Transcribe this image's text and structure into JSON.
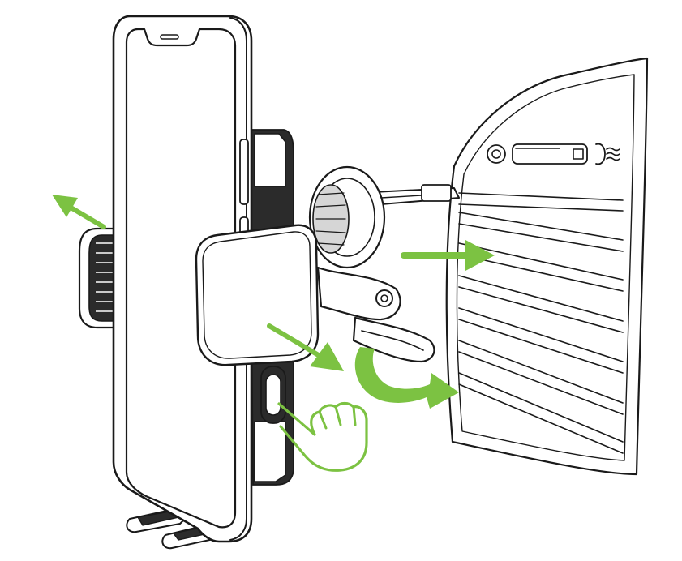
{
  "diagram": {
    "subject": "phone-car-vent-mount-installation",
    "colors": {
      "line": "#1a1a1a",
      "accent": "#7cc242",
      "fill": "#ffffff",
      "shade": "#2b2b2b"
    },
    "arrows": [
      {
        "id": "arm-release-left",
        "icon": "arrow-up-left"
      },
      {
        "id": "clip-push-into-vent",
        "icon": "arrow-right"
      },
      {
        "id": "phone-press-down",
        "icon": "arrow-down-right"
      },
      {
        "id": "clip-rotate-lock",
        "icon": "curved-arrow"
      },
      {
        "id": "press-release-button",
        "icon": "pointing-hand"
      }
    ]
  }
}
